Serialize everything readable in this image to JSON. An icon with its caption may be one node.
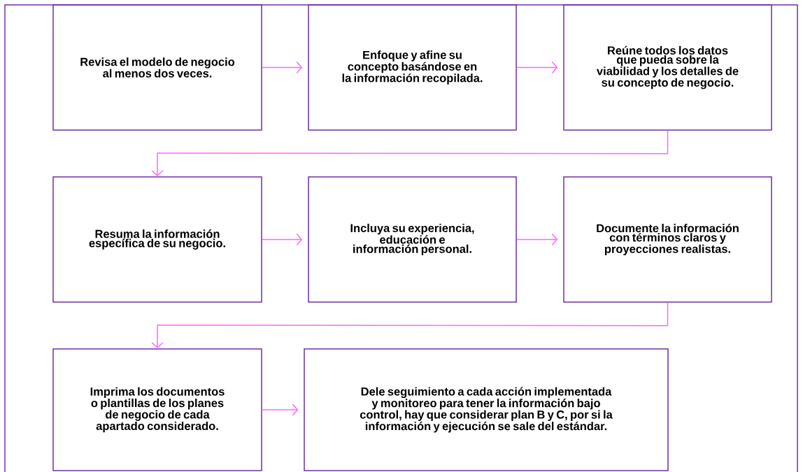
{
  "diagram": {
    "nodes": [
      {
        "text": [
          "Revisa el modelo de negocio al menos dos veces."
        ]
      },
      {
        "text": [
          "Enfoque y afine su concepto basándose en la información recopilada."
        ]
      },
      {
        "text": [
          "Reúne todos los datos que pueda sobre la viabilidad y los detalles de su concepto de negocio."
        ]
      },
      {
        "text": [
          "Resuma la información específica de su negocio."
        ]
      },
      {
        "text": [
          "Incluya su experiencia, educación e información personal."
        ]
      },
      {
        "text": [
          "Documente la información con términos claros y proyecciones realistas."
        ]
      },
      {
        "text": [
          "Imprima los documentos o plantillas de los planes de negocio de cada apartado considerado."
        ]
      },
      {
        "text": [
          "Dele seguimiento a cada acción implementada y monitoreo para tener la información bajo control, hay que considerar plan B y C, por si la información y ejecución se sale del estándar."
        ]
      }
    ],
    "edges": [
      {
        "from": 0,
        "to": 1,
        "arrow": "to"
      },
      {
        "from": 1,
        "to": 2,
        "arrow": "to"
      },
      {
        "from": 2,
        "to": 3,
        "arrow": "to"
      },
      {
        "from": 3,
        "to": 4,
        "arrow": "to"
      },
      {
        "from": 4,
        "to": 5,
        "arrow": "to"
      },
      {
        "from": 5,
        "to": 6,
        "arrow": "to"
      },
      {
        "from": 6,
        "to": 7,
        "arrow": "to"
      }
    ]
  }
}
